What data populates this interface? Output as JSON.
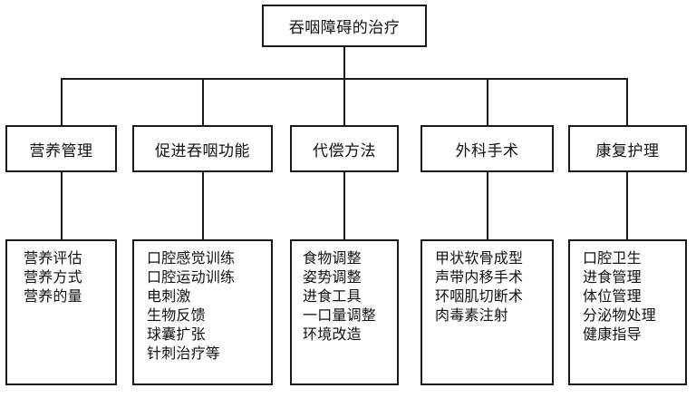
{
  "diagram": {
    "type": "hierarchy-tree",
    "title": "吞咽障碍的治疗",
    "root": {
      "label": "吞咽障碍的治疗"
    },
    "branches": [
      {
        "category": "营养管理",
        "items": [
          "营养评估",
          "营养方式",
          "营养的量"
        ]
      },
      {
        "category": "促进吞咽功能",
        "items": [
          "口腔感觉训练",
          "口腔运动训练",
          "电刺激",
          "生物反馈",
          "球囊扩张",
          "针刺治疗等"
        ]
      },
      {
        "category": "代偿方法",
        "items": [
          "食物调整",
          "姿势调整",
          "进食工具",
          "一口量调整",
          "环境改造"
        ]
      },
      {
        "category": "外科手术",
        "items": [
          "甲状软骨成型",
          "声带内移手术",
          "环咽肌切断术",
          "肉毒素注射"
        ]
      },
      {
        "category": "康复护理",
        "items": [
          "口腔卫生",
          "进食管理",
          "体位管理",
          "分泌物处理",
          "健康指导"
        ]
      }
    ],
    "colors": {
      "line": "#1a1a1a",
      "border": "#1a1a1a",
      "text": "#111111",
      "background": "#ffffff"
    }
  }
}
